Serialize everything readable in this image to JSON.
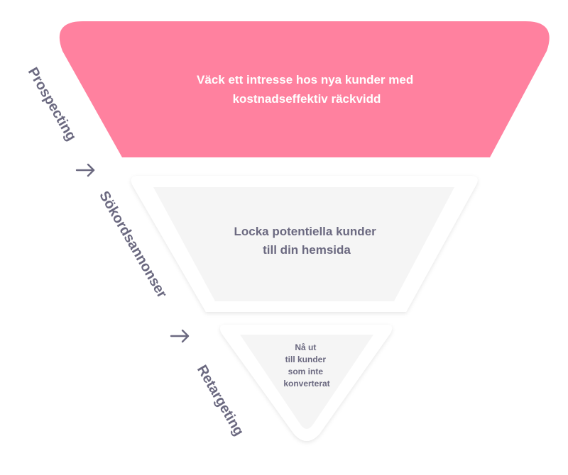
{
  "funnel": {
    "top": {
      "line1": "Väck ett intresse hos nya kunder med",
      "line2": "kostnadseffektiv räckvidd"
    },
    "middle": {
      "line1": "Locka potentiella kunder",
      "line2": "till din hemsida"
    },
    "bottom": {
      "line1": "Nå ut",
      "line2": "till kunder",
      "line3": "som inte",
      "line4": "konverterat"
    }
  },
  "stages": {
    "prospecting": "Prospecting",
    "sokordsannonser": "Sökordsannonser",
    "retargeting": "Retargeting"
  },
  "colors": {
    "top_fill": "#FF819F",
    "inner_fill": "#F5F5F5",
    "label_text": "#6B6980",
    "inner_text": "#6B6980",
    "top_text": "#FFFFFF"
  }
}
